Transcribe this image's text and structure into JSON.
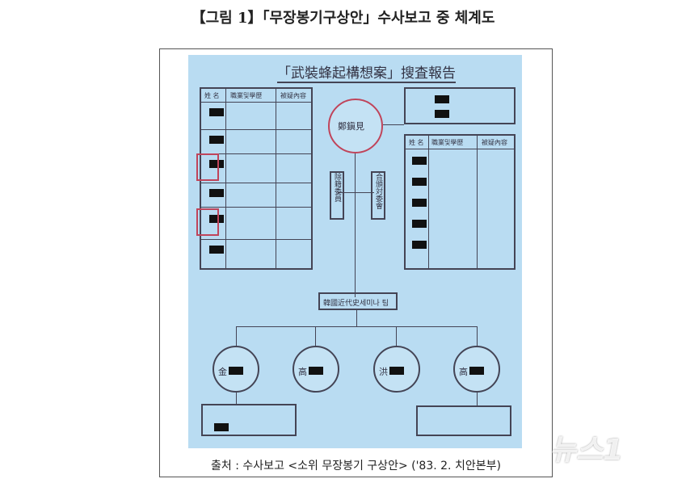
{
  "figure_title": "【그림 1】「무장봉기구상안」수사보고 중 체계도",
  "scan": {
    "title": "「武裝蜂起構想案」搜査報告",
    "left_table_headers": [
      "姓 名",
      "職業및學歷",
      "被疑內容"
    ],
    "right_table_headers": [
      "姓 名",
      "職業및學歷",
      "被疑內容"
    ],
    "center_node": "鄭鎭見",
    "middle_boxes": [
      "除籍委員",
      "合頒対委會"
    ],
    "hub_node": "韓國近代史세미나 팀",
    "lower_nodes": [
      "金",
      "高",
      "洪",
      "高"
    ]
  },
  "caption": "출처 : 수사보고 <소위 무장봉기 구상안> ('83. 2. 치안본부)",
  "watermark": "뉴스1",
  "colors": {
    "scan_background": "#b9dcf2",
    "highlight": "#c0445a"
  }
}
